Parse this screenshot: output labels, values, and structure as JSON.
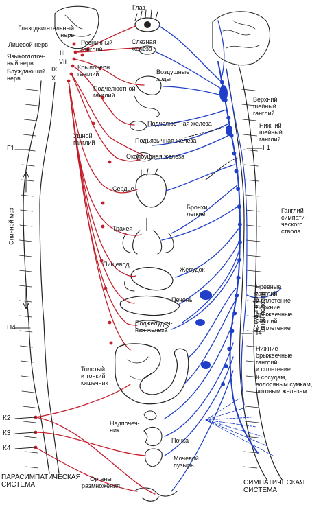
{
  "colors": {
    "parasympathetic": "#c41e2a",
    "sympathetic": "#1f3fc8",
    "outline": "#222222"
  },
  "labels": {
    "glaz": "Глаз",
    "glazodv": "Глазодвигательный\nнерв",
    "resnich": "Ресничный\nганглий",
    "licevoy": "Лицевой нерв",
    "yazyk": "Языкоглоточ-\nный нерв",
    "bluzh": "Блуждающий\nнерв",
    "rn3": "III",
    "rn7": "VII",
    "rn9": "IX",
    "rn10": "X",
    "slez": "Слезная\nжелеза",
    "krylo": "Крылонебн.\nганглий",
    "vozd": "Воздушные\nходы",
    "podchel_g": "Подчелюстной\nганглий",
    "verh_shein": "Верхний\nшейный\nганглий",
    "nizh_shein": "Нижний\nшейный\nганглий",
    "podchel_zh": "Подчелюстная железа",
    "ushnoy": "Ушной\nганглий",
    "podyaz": "Подъязычная железа",
    "okolo": "Околоушная железа",
    "g1_left": "Г1",
    "g1_right": "Г1",
    "serdce": "Сердце",
    "bronhi": "Бронхи,\nлегкие",
    "trahea": "Трахея",
    "gang_simp": "Ганглий\nсимпати-\nческого\nствола",
    "spinnoy": "Спинной мозг",
    "pischevod": "Пищевод",
    "zheludok": "Желудок",
    "chrevnye": "Чревные\nганглий\nи сплетение",
    "pechen": "Печень",
    "verh_bryzh": "Верхние\nбрыжеечные\nганглий\nи сплетение",
    "podzhel": "Поджелудоч-\nная железа",
    "p4_left": "П4",
    "p4_right": "П4",
    "sosudy": "Сосуды в брю-\nшной полости",
    "nizh_bryzh": "Нижние\nбрыжеечные\nганглий\nи сплетение",
    "tolsty": "Толстый\nи тонкий\nкишечник",
    "k_sosudam": "К сосудам,\nволосяным сумкам,\nпотовым железам",
    "k2": "К2",
    "k3": "К3",
    "k4": "К4",
    "nadpoch": "Надпочеч-\nник",
    "pochka": "Почка",
    "mochevoy": "Мочевой\nпузырь",
    "parasymp": "ПАРАСИМПАТИЧЕСКАЯ\nСИСТЕМА",
    "organy": "Органы\nразмножения",
    "symp": "СИМПАТИЧЕСКАЯ\nСИСТЕМА"
  }
}
